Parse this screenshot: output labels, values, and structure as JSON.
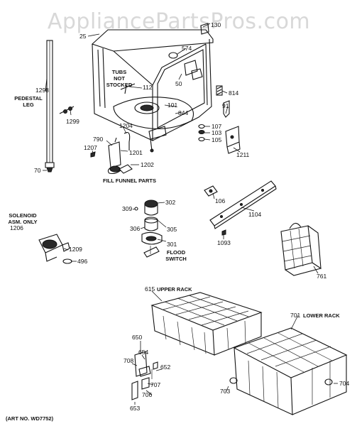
{
  "watermark": "AppliancePartsPros.com",
  "art_no": "(ART NO. WD7752)",
  "labels": {
    "tubs_not_stocked": [
      "TUBS",
      "NOT",
      "STOCKED"
    ],
    "pedestal_leg": [
      "PEDESTAL",
      "LEG"
    ],
    "fill_funnel_parts": "FILL FUNNEL PARTS",
    "solenoid": [
      "SOLENOID",
      "ASM. ONLY"
    ],
    "flood_switch": [
      "FLOOD",
      "SWITCH"
    ],
    "upper_rack": "UPPER RACK",
    "lower_rack": "LOWER RACK"
  },
  "parts": {
    "p25": "25",
    "p130": "130",
    "p574": "574",
    "p112": "112",
    "p50": "50",
    "p1298": "1298",
    "p814": "814",
    "p101": "101",
    "p844": "844",
    "p91": "91",
    "p1299": "1299",
    "p1204": "1204",
    "p107": "107",
    "p103": "103",
    "p105": "105",
    "p790": "790",
    "p1207": "1207",
    "p1201": "1201",
    "p1211": "1211",
    "p70": "70",
    "p1202": "1202",
    "p106": "106",
    "p309": "309",
    "p302": "302",
    "p1104": "1104",
    "p1206": "1206",
    "p306": "306",
    "p305": "305",
    "p301": "301",
    "p1093": "1093",
    "p1209": "1209",
    "p496": "496",
    "p761": "761",
    "p615": "615",
    "p701": "701",
    "p650": "650",
    "p654": "654",
    "p708": "708",
    "p652": "652",
    "p707": "707",
    "p706": "706",
    "p653": "653",
    "p703": "703",
    "p704": "704"
  }
}
